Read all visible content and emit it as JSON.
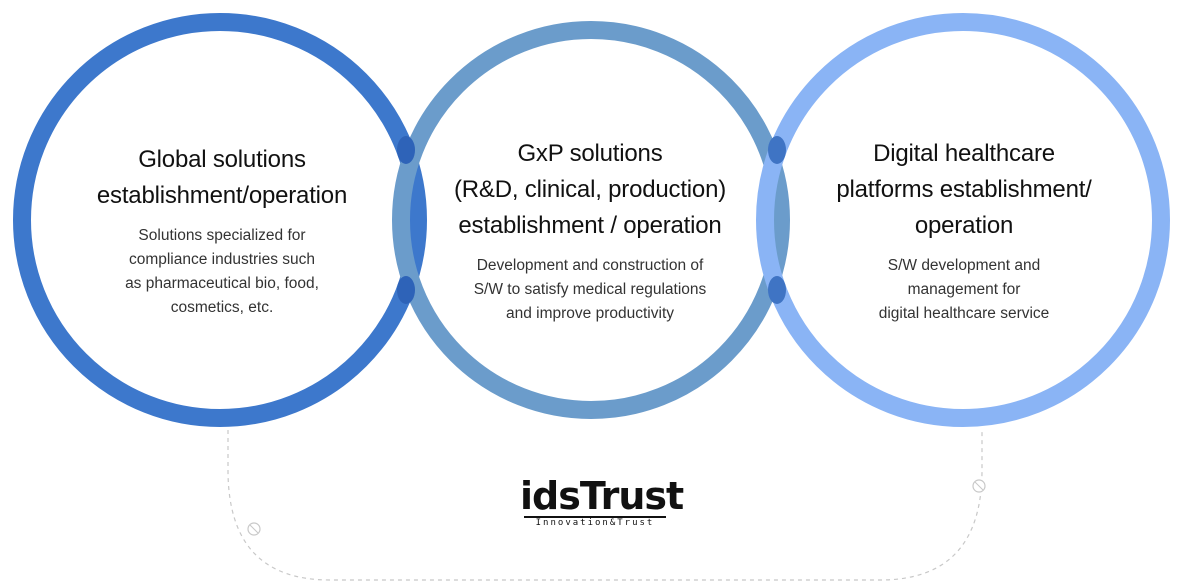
{
  "circles": [
    {
      "title_lines": [
        "Global solutions",
        "establishment/operation"
      ],
      "desc_lines": [
        "Solutions specialized for",
        "compliance industries such",
        "as pharmaceutical bio, food,",
        "cosmetics, etc."
      ]
    },
    {
      "title_lines": [
        "GxP solutions",
        "(R&D, clinical, production)",
        "establishment / operation"
      ],
      "desc_lines": [
        "Development and construction of",
        "S/W to satisfy medical regulations",
        "and improve productivity"
      ]
    },
    {
      "title_lines": [
        "Digital healthcare",
        "platforms establishment/",
        "operation"
      ],
      "desc_lines": [
        "S/W development and",
        "management for",
        "digital healthcare service"
      ]
    }
  ],
  "logo": {
    "name": "idsTrust",
    "tagline": "Innovation&Trust"
  },
  "colors": {
    "ring_1": "#3d78cc",
    "ring_2": "#6b9ccb",
    "ring_3": "#8ab4f5",
    "overlap": "#2e63b8",
    "dashed_line": "#c8c8c8"
  }
}
